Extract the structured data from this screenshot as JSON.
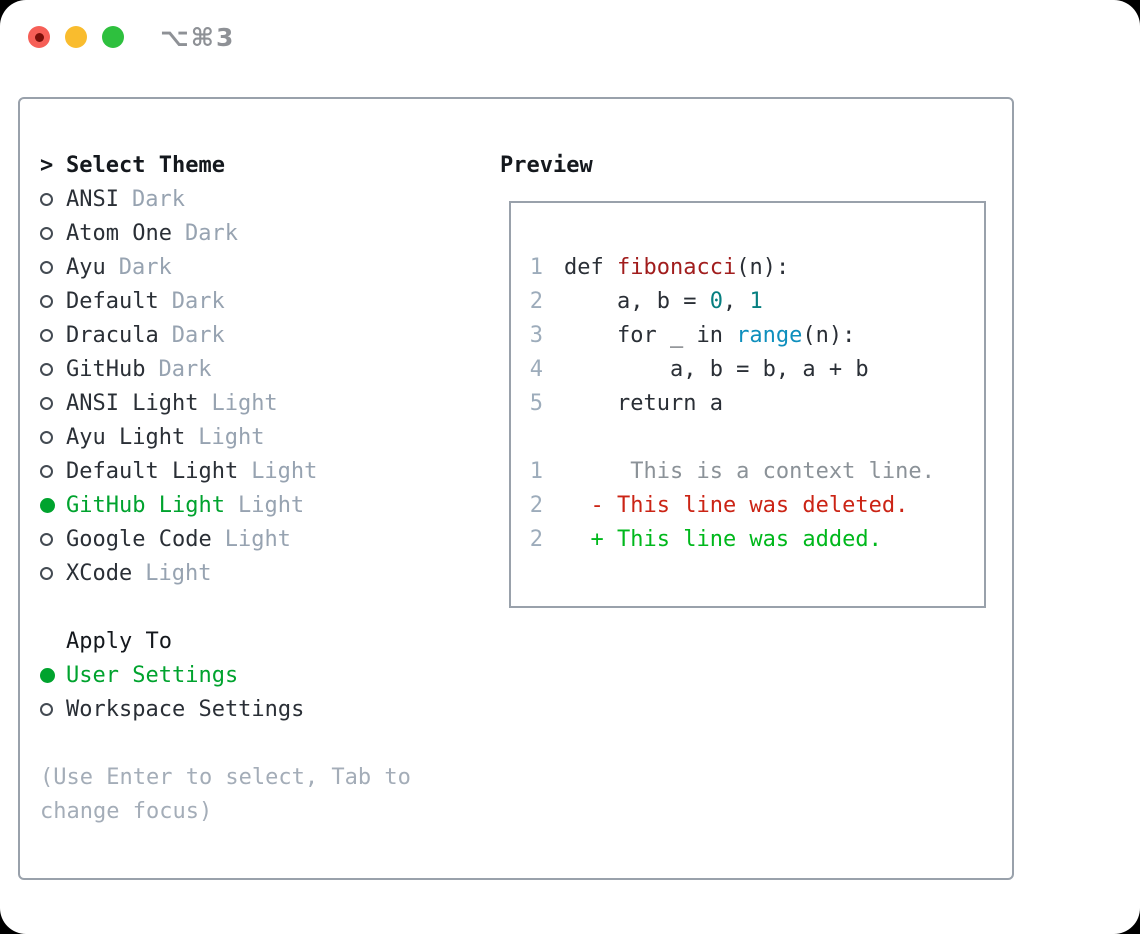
{
  "titlebar": {
    "shortcut": "⌥⌘3"
  },
  "colors": {
    "text": "#2a2f36",
    "header": "#14181d",
    "muted": "#97a3b1",
    "hint": "#a4adb8",
    "linenum": "#9dacbb",
    "panel_border": "#99a1ab",
    "green_selected": "#00a32e",
    "fn_red": "#a11d1d",
    "num_teal": "#067f80",
    "builtin_blue": "#0e8fbd",
    "diff_context": "#8b9298",
    "diff_deleted": "#cb2415",
    "diff_added": "#00b81c",
    "traffic_red": "#f65f57",
    "traffic_red_dot": "#7a100a",
    "traffic_yellow": "#f9bc2e",
    "traffic_green": "#2ec03e",
    "shortcut_gray": "#8e9196"
  },
  "theme_panel": {
    "prompt_marker": ">",
    "header": "Select Theme",
    "themes": [
      {
        "name": "ANSI",
        "variant": "Dark",
        "selected": false
      },
      {
        "name": "Atom One",
        "variant": "Dark",
        "selected": false
      },
      {
        "name": "Ayu",
        "variant": "Dark",
        "selected": false
      },
      {
        "name": "Default",
        "variant": "Dark",
        "selected": false
      },
      {
        "name": "Dracula",
        "variant": "Dark",
        "selected": false
      },
      {
        "name": "GitHub",
        "variant": "Dark",
        "selected": false
      },
      {
        "name": "ANSI Light",
        "variant": "Light",
        "selected": false
      },
      {
        "name": "Ayu Light",
        "variant": "Light",
        "selected": false
      },
      {
        "name": "Default Light",
        "variant": "Light",
        "selected": false
      },
      {
        "name": "GitHub Light",
        "variant": "Light",
        "selected": true
      },
      {
        "name": "Google Code",
        "variant": "Light",
        "selected": false
      },
      {
        "name": "XCode",
        "variant": "Light",
        "selected": false
      }
    ],
    "apply_to": {
      "header": "Apply To",
      "options": [
        {
          "label": "User Settings",
          "selected": true
        },
        {
          "label": "Workspace Settings",
          "selected": false
        }
      ]
    },
    "hint_lines": [
      "(Use Enter to select, Tab to",
      "change focus)"
    ]
  },
  "preview": {
    "title": "Preview",
    "lines": [
      {
        "num": "1",
        "segments": [
          {
            "text": "def ",
            "style": "code"
          },
          {
            "text": "fibonacci",
            "style": "function"
          },
          {
            "text": "(n):",
            "style": "code"
          }
        ]
      },
      {
        "num": "2",
        "segments": [
          {
            "text": "    a, b = ",
            "style": "code"
          },
          {
            "text": "0",
            "style": "number"
          },
          {
            "text": ", ",
            "style": "code"
          },
          {
            "text": "1",
            "style": "number"
          }
        ]
      },
      {
        "num": "3",
        "segments": [
          {
            "text": "    for _ in ",
            "style": "code"
          },
          {
            "text": "range",
            "style": "builtin"
          },
          {
            "text": "(n):",
            "style": "code"
          }
        ]
      },
      {
        "num": "4",
        "segments": [
          {
            "text": "        a, b = b, a + b",
            "style": "code"
          }
        ]
      },
      {
        "num": "5",
        "segments": [
          {
            "text": "    return a",
            "style": "code"
          }
        ]
      },
      {
        "num": "",
        "segments": []
      },
      {
        "num": "1",
        "segments": [
          {
            "text": "     This is a context line.",
            "style": "context"
          }
        ]
      },
      {
        "num": "2",
        "segments": [
          {
            "text": "  - This line was deleted.",
            "style": "deleted"
          }
        ]
      },
      {
        "num": "2",
        "segments": [
          {
            "text": "  + This line was added.",
            "style": "added"
          }
        ]
      }
    ]
  }
}
